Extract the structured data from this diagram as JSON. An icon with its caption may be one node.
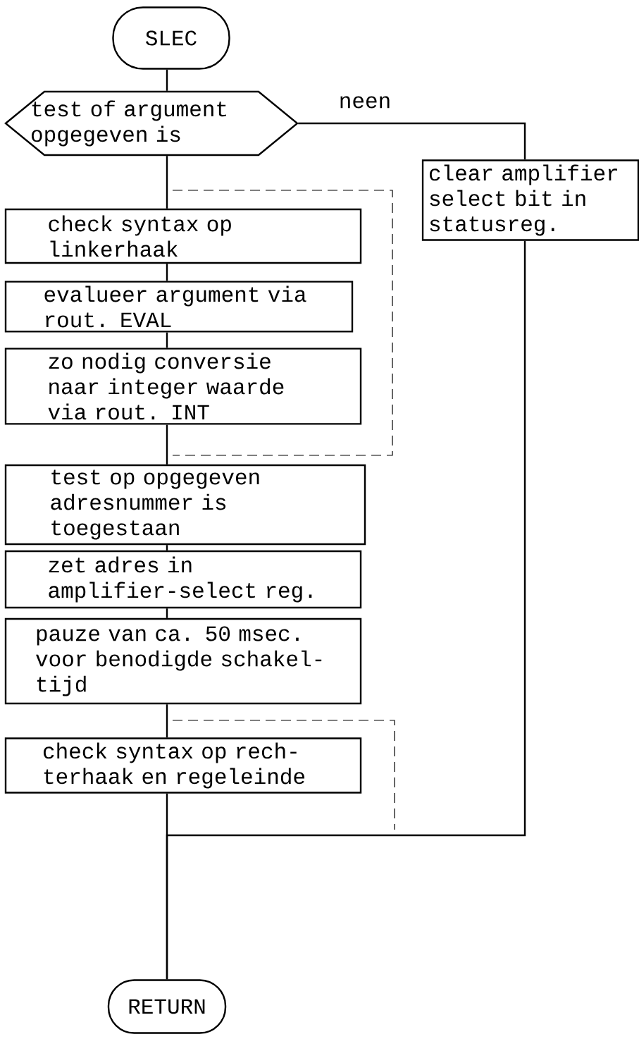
{
  "diagram": {
    "nodes": [
      {
        "text": [
          "SLEC"
        ]
      },
      {
        "text": [
          "test of argument opgegeven is"
        ]
      },
      {
        "text": [
          "clear amplifier select bit in statusreg."
        ]
      },
      {
        "text": [
          "check syntax op linkerhaak"
        ]
      },
      {
        "text": [
          "evalueer argument via rout. EVAL"
        ]
      },
      {
        "text": [
          "zo nodig conversie naar integer waarde via rout. INT"
        ]
      },
      {
        "text": [
          "test op opgegeven adresnummer is toegestaan"
        ]
      },
      {
        "text": [
          "zet adres in amplifier-select reg."
        ]
      },
      {
        "text": [
          "pauze van ca. 50 msec. voor benodigde schakel- tijd"
        ]
      },
      {
        "text": [
          "check syntax op rech- terhaak en regeleinde"
        ]
      },
      {
        "text": [
          "RETURN"
        ]
      }
    ],
    "edges": [
      {
        "from": 0,
        "to": 1,
        "arrow": "none"
      },
      {
        "from": 1,
        "to": 2,
        "arrow": "none",
        "label": "neen"
      },
      {
        "from": 1,
        "to": 3,
        "arrow": "none"
      },
      {
        "from": 3,
        "to": 4,
        "arrow": "none"
      },
      {
        "from": 4,
        "to": 5,
        "arrow": "none"
      },
      {
        "from": 5,
        "to": 6,
        "arrow": "none"
      },
      {
        "from": 6,
        "to": 7,
        "arrow": "none"
      },
      {
        "from": 7,
        "to": 8,
        "arrow": "none"
      },
      {
        "from": 8,
        "to": 9,
        "arrow": "none"
      },
      {
        "from": 9,
        "to": 10,
        "arrow": "none"
      },
      {
        "from": 2,
        "to": 10,
        "arrow": "none"
      }
    ]
  }
}
